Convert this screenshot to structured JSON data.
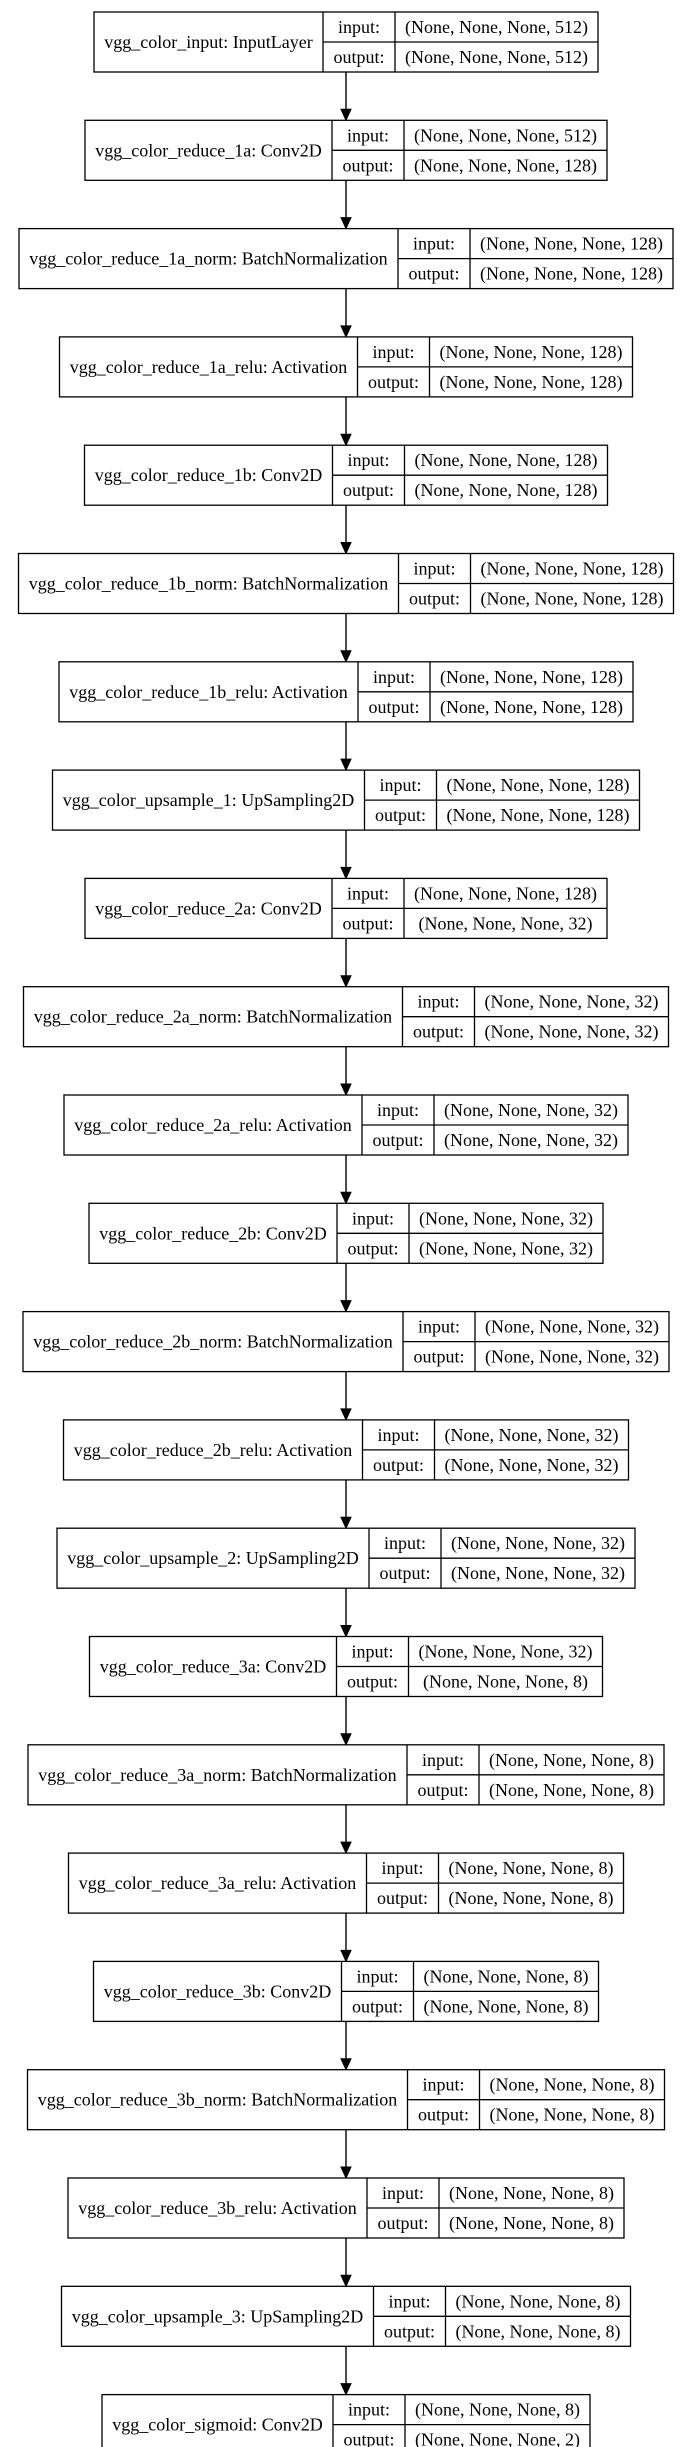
{
  "ports": {
    "input": "input:",
    "output": "output:"
  },
  "layers": [
    {
      "label": "vgg_color_input: InputLayer",
      "input": "(None, None, None, 512)",
      "output": "(None, None, None, 512)"
    },
    {
      "label": "vgg_color_reduce_1a: Conv2D",
      "input": "(None, None, None, 512)",
      "output": "(None, None, None, 128)"
    },
    {
      "label": "vgg_color_reduce_1a_norm: BatchNormalization",
      "input": "(None, None, None, 128)",
      "output": "(None, None, None, 128)"
    },
    {
      "label": "vgg_color_reduce_1a_relu: Activation",
      "input": "(None, None, None, 128)",
      "output": "(None, None, None, 128)"
    },
    {
      "label": "vgg_color_reduce_1b: Conv2D",
      "input": "(None, None, None, 128)",
      "output": "(None, None, None, 128)"
    },
    {
      "label": "vgg_color_reduce_1b_norm: BatchNormalization",
      "input": "(None, None, None, 128)",
      "output": "(None, None, None, 128)"
    },
    {
      "label": "vgg_color_reduce_1b_relu: Activation",
      "input": "(None, None, None, 128)",
      "output": "(None, None, None, 128)"
    },
    {
      "label": "vgg_color_upsample_1: UpSampling2D",
      "input": "(None, None, None, 128)",
      "output": "(None, None, None, 128)"
    },
    {
      "label": "vgg_color_reduce_2a: Conv2D",
      "input": "(None, None, None, 128)",
      "output": "(None, None, None, 32)"
    },
    {
      "label": "vgg_color_reduce_2a_norm: BatchNormalization",
      "input": "(None, None, None, 32)",
      "output": "(None, None, None, 32)"
    },
    {
      "label": "vgg_color_reduce_2a_relu: Activation",
      "input": "(None, None, None, 32)",
      "output": "(None, None, None, 32)"
    },
    {
      "label": "vgg_color_reduce_2b: Conv2D",
      "input": "(None, None, None, 32)",
      "output": "(None, None, None, 32)"
    },
    {
      "label": "vgg_color_reduce_2b_norm: BatchNormalization",
      "input": "(None, None, None, 32)",
      "output": "(None, None, None, 32)"
    },
    {
      "label": "vgg_color_reduce_2b_relu: Activation",
      "input": "(None, None, None, 32)",
      "output": "(None, None, None, 32)"
    },
    {
      "label": "vgg_color_upsample_2: UpSampling2D",
      "input": "(None, None, None, 32)",
      "output": "(None, None, None, 32)"
    },
    {
      "label": "vgg_color_reduce_3a: Conv2D",
      "input": "(None, None, None, 32)",
      "output": "(None, None, None, 8)"
    },
    {
      "label": "vgg_color_reduce_3a_norm: BatchNormalization",
      "input": "(None, None, None, 8)",
      "output": "(None, None, None, 8)"
    },
    {
      "label": "vgg_color_reduce_3a_relu: Activation",
      "input": "(None, None, None, 8)",
      "output": "(None, None, None, 8)"
    },
    {
      "label": "vgg_color_reduce_3b: Conv2D",
      "input": "(None, None, None, 8)",
      "output": "(None, None, None, 8)"
    },
    {
      "label": "vgg_color_reduce_3b_norm: BatchNormalization",
      "input": "(None, None, None, 8)",
      "output": "(None, None, None, 8)"
    },
    {
      "label": "vgg_color_reduce_3b_relu: Activation",
      "input": "(None, None, None, 8)",
      "output": "(None, None, None, 8)"
    },
    {
      "label": "vgg_color_upsample_3: UpSampling2D",
      "input": "(None, None, None, 8)",
      "output": "(None, None, None, 8)"
    },
    {
      "label": "vgg_color_sigmoid: Conv2D",
      "input": "(None, None, None, 8)",
      "output": "(None, None, None, 2)"
    }
  ]
}
